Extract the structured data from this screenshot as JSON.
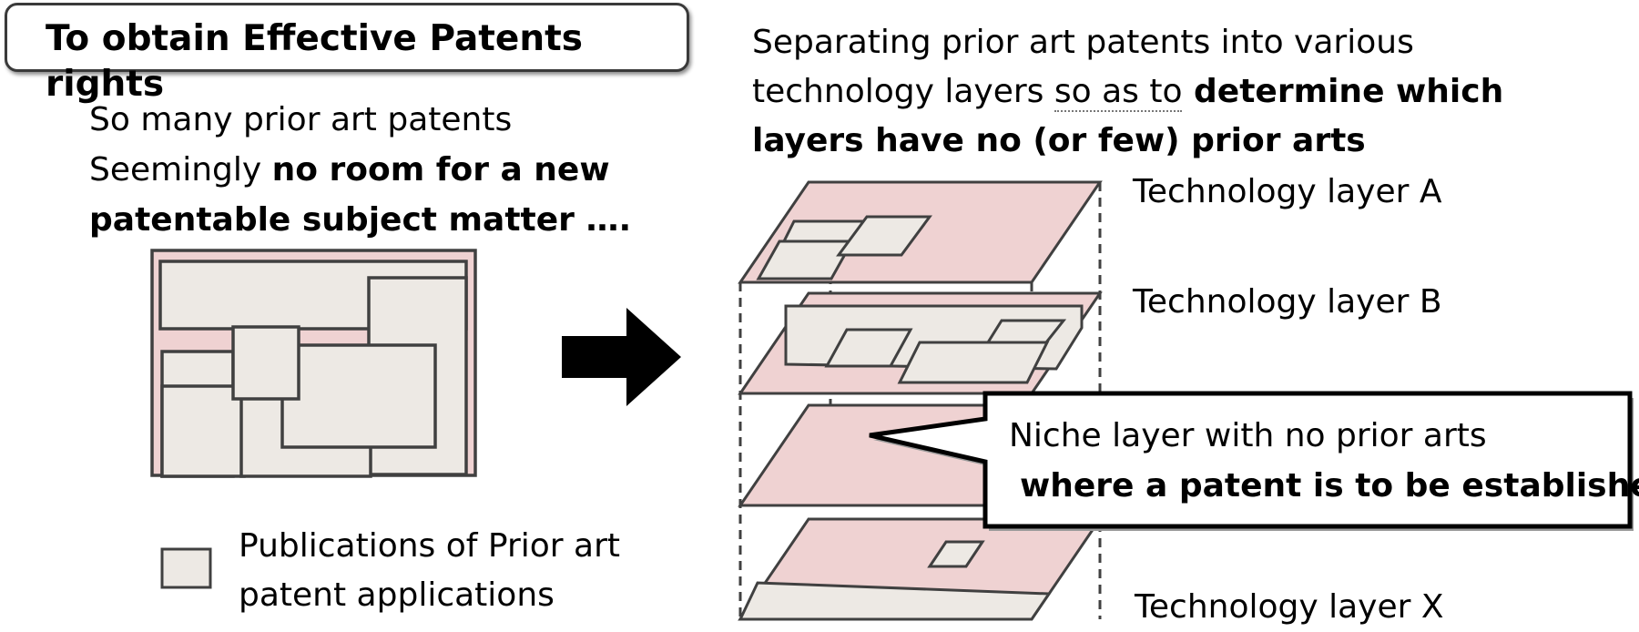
{
  "title": "To obtain Effective Patents rights",
  "left": {
    "line1": "So many prior art patents",
    "line2_plain": "Seemingly ",
    "line2_bold": "no room for a new",
    "line3_bold": "patentable subject matter ….",
    "legend_line1": "Publications of Prior art",
    "legend_line2": "patent applications"
  },
  "right": {
    "line1": "Separating prior art patents into various",
    "line2_plain": "technology layers ",
    "line2_dotted": "so as to",
    "line2_bold": " determine which",
    "line3_bold": "layers have no (or few) prior arts",
    "layer_a": "Technology layer A",
    "layer_b": "Technology layer B",
    "layer_x": "Technology layer X",
    "callout_line1": "Niche layer with no prior arts",
    "callout_line2": "where a patent is to be established"
  },
  "colors": {
    "pink": "#efd2d2",
    "patent": "#ede9e4",
    "stroke": "#404040"
  }
}
